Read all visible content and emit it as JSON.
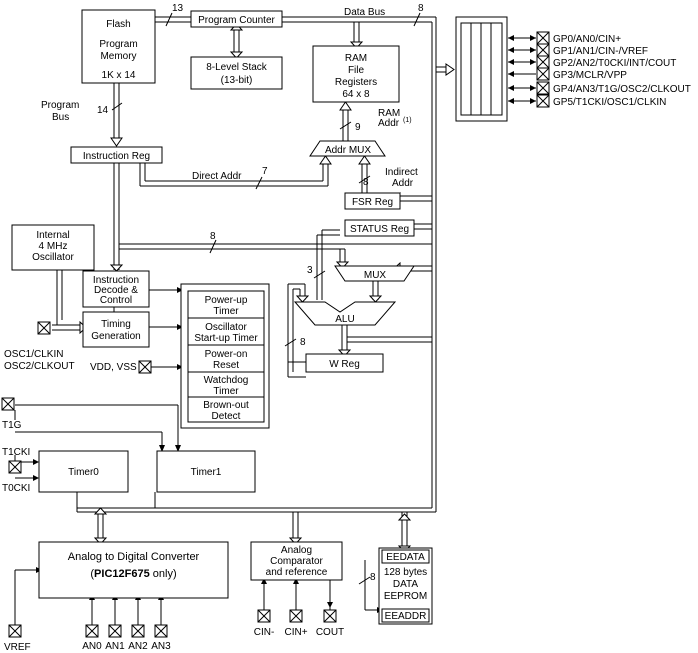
{
  "blocks": {
    "flash": {
      "title": "Flash",
      "line1": "Program",
      "line2": "Memory",
      "size": "1K x 14"
    },
    "program_counter": "Program Counter",
    "stack": {
      "line1": "8-Level Stack",
      "line2": "(13-bit)"
    },
    "ram": {
      "line1": "RAM",
      "line2": "File",
      "line3": "Registers",
      "size": "64 x 8"
    },
    "instruction_reg": "Instruction Reg",
    "addr_mux": "Addr MUX",
    "fsr_reg": "FSR Reg",
    "status_reg": "STATUS Reg",
    "oscillator": {
      "line1": "Internal",
      "line2": "4 MHz",
      "line3": "Oscillator"
    },
    "instruction_decode": {
      "line1": "Instruction",
      "line2": "Decode &",
      "line3": "Control"
    },
    "timing_generation": {
      "line1": "Timing",
      "line2": "Generation"
    },
    "power_up_timer": {
      "line1": "Power-up",
      "line2": "Timer"
    },
    "osc_startup_timer": {
      "line1": "Oscillator",
      "line2": "Start-up Timer"
    },
    "power_on_reset": {
      "line1": "Power-on",
      "line2": "Reset"
    },
    "watchdog_timer": {
      "line1": "Watchdog",
      "line2": "Timer"
    },
    "brown_out_detect": {
      "line1": "Brown-out",
      "line2": "Detect"
    },
    "mux": "MUX",
    "alu": "ALU",
    "w_reg": "W Reg",
    "timer0": "Timer0",
    "timer1": "Timer1",
    "adc": {
      "line1": "Analog to Digital Converter",
      "line2_pre": "(",
      "line2_bold": "PIC12F675",
      "line2_post": " only)"
    },
    "comparator": {
      "line1": "Analog",
      "line2": "Comparator",
      "line3": "and reference"
    },
    "eeprom": {
      "eedata": "EEDATA",
      "line1": "128 bytes",
      "line2": "DATA",
      "line3": "EEPROM",
      "eeaddr": "EEADDR"
    }
  },
  "labels": {
    "data_bus": "Data Bus",
    "program_bus_1": "Program",
    "program_bus_2": "Bus",
    "direct_addr": "Direct Addr",
    "indirect_addr_1": "Indirect",
    "indirect_addr_2": "Addr",
    "ram_addr_1": "RAM",
    "ram_addr_2": "Addr",
    "ram_addr_sup": "(1)",
    "osc1": "OSC1/CLKIN",
    "osc2": "OSC2/CLKOUT",
    "vdd_vss": "VDD, VSS",
    "t1g": "T1G",
    "t1cki": "T1CKI",
    "t0cki": "T0CKI",
    "vref": "VREF"
  },
  "bus_widths": {
    "pc_bus": "13",
    "data_bus": "8",
    "program_bus": "14",
    "ram_addr": "9",
    "direct_addr": "7",
    "fsr": "8",
    "internal_bus": "8",
    "status_to_mux": "3",
    "w_reg_bus": "8",
    "eeprom_bus": "8"
  },
  "gpio_pins": [
    {
      "label": "GP0/AN0/CIN+",
      "color": "#2ecc40"
    },
    {
      "label": "GP1/AN1/CIN-/VREF",
      "color": "#e03030"
    },
    {
      "label": "GP2/AN2/T0CKI/INT/COUT",
      "color": "#e03030"
    },
    {
      "label": "GP3/MCLR/VPP",
      "color": "#2ecc40"
    },
    {
      "label": "GP4/AN3/T1G/OSC2/CLKOUT",
      "color": "#e03030"
    },
    {
      "label": "GP5/T1CKI/OSC1/CLKIN",
      "color": "#e03030"
    }
  ],
  "analog_pins": [
    "AN0",
    "AN1",
    "AN2",
    "AN3"
  ],
  "comparator_pins": [
    "CIN-",
    "CIN+",
    "COUT"
  ]
}
